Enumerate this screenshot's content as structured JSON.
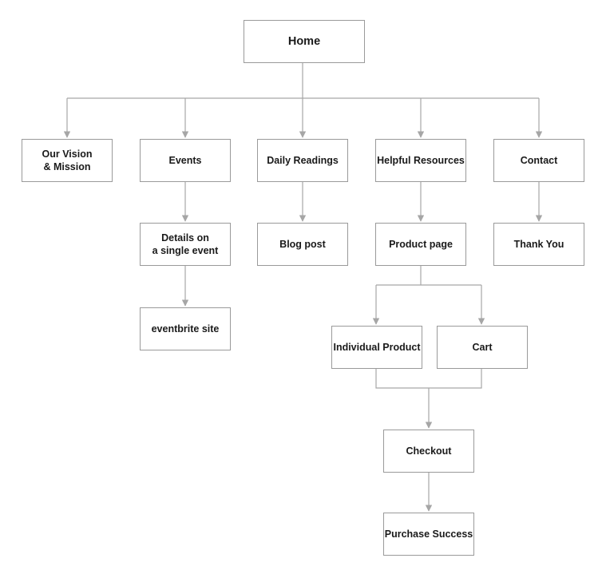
{
  "diagram": {
    "nodes": {
      "home": "Home",
      "vision": "Our Vision\n& Mission",
      "events": "Events",
      "readings": "Daily Readings",
      "resources": "Helpful Resources",
      "contact": "Contact",
      "details": "Details on\na single event",
      "blog": "Blog post",
      "product_page": "Product page",
      "thankyou": "Thank You",
      "eventbrite": "eventbrite site",
      "individual": "Individual Product",
      "cart": "Cart",
      "checkout": "Checkout",
      "success": "Purchase Success"
    },
    "edges": [
      [
        "home",
        "vision"
      ],
      [
        "home",
        "events"
      ],
      [
        "home",
        "readings"
      ],
      [
        "home",
        "resources"
      ],
      [
        "home",
        "contact"
      ],
      [
        "events",
        "details"
      ],
      [
        "details",
        "eventbrite"
      ],
      [
        "readings",
        "blog"
      ],
      [
        "resources",
        "product_page"
      ],
      [
        "contact",
        "thankyou"
      ],
      [
        "product_page",
        "individual"
      ],
      [
        "product_page",
        "cart"
      ],
      [
        "individual",
        "checkout"
      ],
      [
        "cart",
        "checkout"
      ],
      [
        "checkout",
        "success"
      ]
    ],
    "colors": {
      "box_border": "#9a9a9a",
      "connector": "#a6a6a6",
      "text": "#1a1a1a"
    }
  }
}
